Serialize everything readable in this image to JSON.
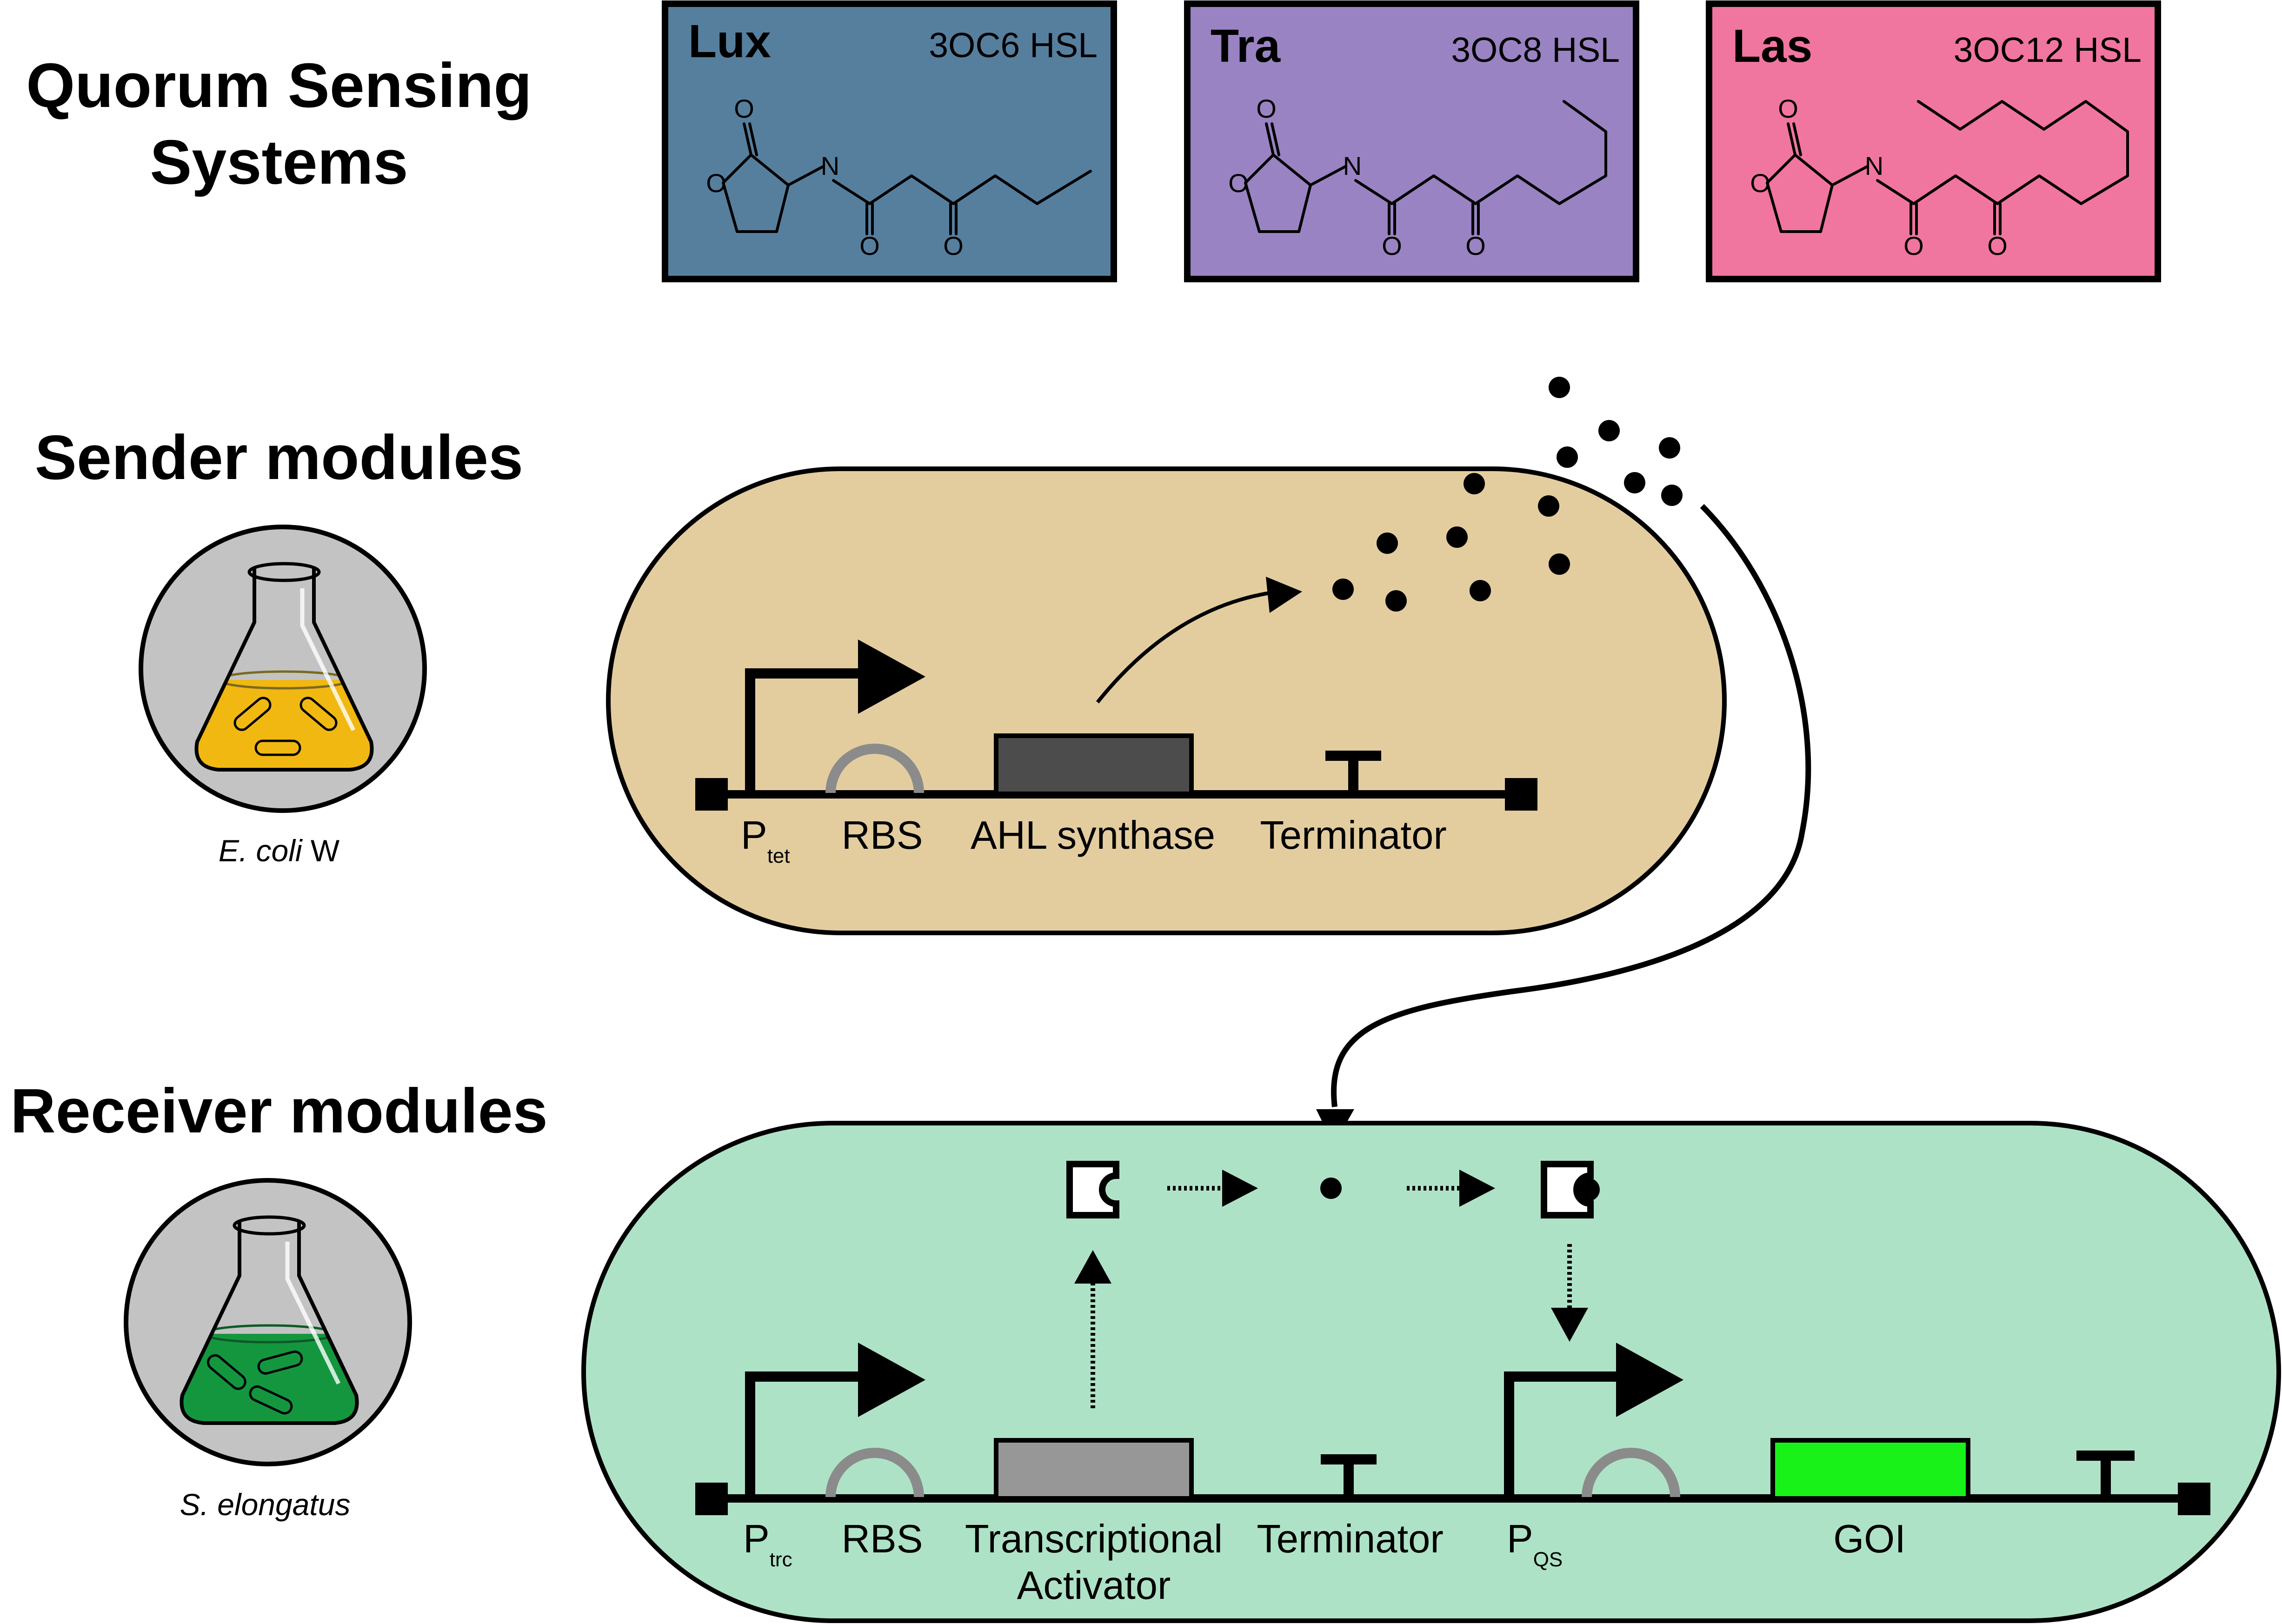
{
  "sections": {
    "quorum_title_line1": "Quorum Sensing",
    "quorum_title_line2": "Systems",
    "sender_title": "Sender modules",
    "receiver_title": "Receiver modules"
  },
  "qs_systems": [
    {
      "name": "Lux",
      "molecule": "3OC6 HSL",
      "color": "#567f9e",
      "chain_carbons": 6
    },
    {
      "name": "Tra",
      "molecule": "3OC8 HSL",
      "color": "#9983c2",
      "chain_carbons": 8
    },
    {
      "name": "Las",
      "molecule": "3OC12 HSL",
      "color": "#f0769f",
      "chain_carbons": 12
    }
  ],
  "atoms": {
    "oxygen": "O",
    "nitrogen": "N"
  },
  "sender": {
    "organism_italic": "E. coli",
    "organism_strain": " W",
    "cell_color": "#e3cd9f",
    "flask_liquid_color": "#f1b812",
    "promoter_main": "P",
    "promoter_sub": "tet",
    "rbs": "RBS",
    "gene": "AHL synthase",
    "gene_color": "#4d4c4d",
    "terminator": "Terminator"
  },
  "receiver": {
    "organism_italic": "S. elongatus",
    "cell_color": "#aee2c6",
    "flask_liquid_color": "#14963f",
    "promoter1_main": "P",
    "promoter1_sub": "trc",
    "rbs": "RBS",
    "activator_line1": "Transcriptional",
    "activator_line2": "Activator",
    "activator_color": "#979797",
    "terminator": "Terminator",
    "promoter2_main": "P",
    "promoter2_sub": "QS",
    "goi": "GOI",
    "goi_color": "#18f218"
  }
}
